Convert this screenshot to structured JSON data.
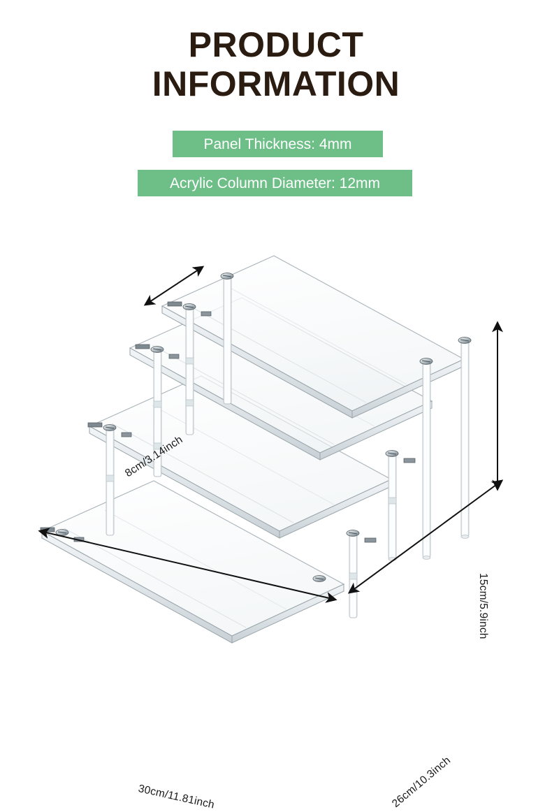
{
  "page": {
    "background_color": "#ffffff",
    "title_color": "#2b1c12",
    "accent_color": "#6dbf87"
  },
  "header": {
    "title_line1": "PRODUCT",
    "title_line2": "INFORMATION"
  },
  "specs": {
    "panel_thickness": "Panel Thickness: 4mm",
    "column_diameter": "Acrylic Column Diameter: 12mm"
  },
  "product": {
    "type": "4-tier clear acrylic stepped display riser",
    "tier_count": 4,
    "material": "clear acrylic",
    "column_count_visible": 8
  },
  "dimensions": {
    "depth": "8cm/3.14inch",
    "height": "15cm/5.9inch",
    "width": "30cm/11.81inch",
    "length": "26cm/10.3inch"
  }
}
